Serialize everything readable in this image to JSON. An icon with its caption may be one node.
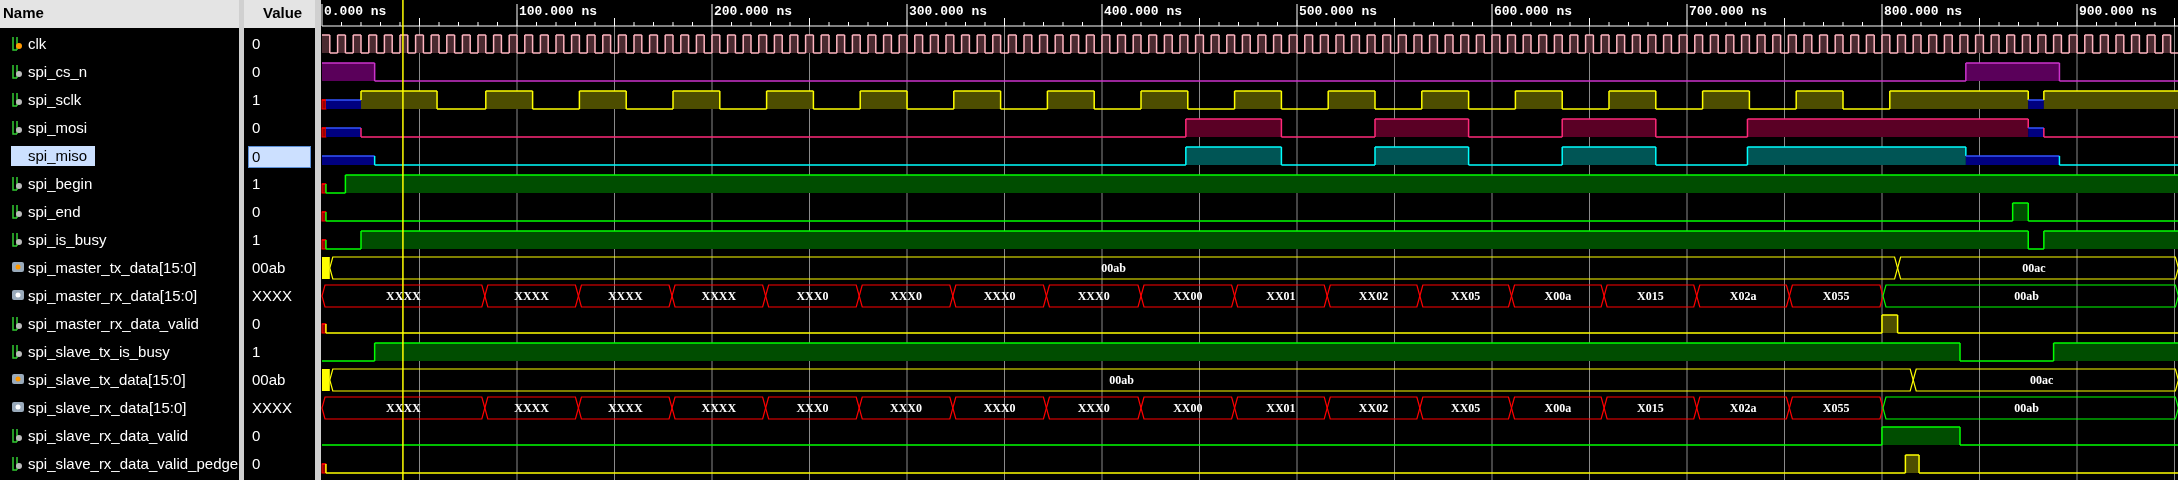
{
  "diagram": {
    "labels": [
      "Name",
      "Value",
      "0.000 ns",
      "100.000 ns",
      "200.000 ns",
      "300.000 ns",
      "400.000 ns",
      "500.000 ns",
      "600.000 ns",
      "700.000 ns",
      "800.000 ns",
      "900.000 ns",
      "clk",
      "0",
      "spi_cs_n",
      "0",
      "spi_sclk",
      "1",
      "spi_mosi",
      "0",
      "spi_miso",
      "0",
      "spi_begin",
      "1",
      "spi_end",
      "0",
      "spi_is_busy",
      "1",
      "spi_master_tx_data[15:0]",
      "00ab",
      "00ab",
      "00ac",
      "spi_master_rx_data[15:0]",
      "XXXX",
      "XXXX",
      "XXXX",
      "XXXX",
      "XXXX",
      "XXX0",
      "XXX0",
      "XXX0",
      "XXX0",
      "XX00",
      "XX01",
      "XX02",
      "XX05",
      "X00a",
      "X015",
      "X02a",
      "X055",
      "00ab",
      "spi_master_rx_data_valid",
      "0",
      "spi_slave_tx_is_busy",
      "1",
      "spi_slave_tx_data[15:0]",
      "00ab",
      "00ab",
      "00ac",
      "spi_slave_rx_data[15:0]",
      "XXXX",
      "XXXX",
      "XXXX",
      "XXXX",
      "XXXX",
      "XXX0",
      "XXX0",
      "XXX0",
      "XXX0",
      "XX00",
      "XX01",
      "XX02",
      "XX05",
      "X00a",
      "X015",
      "X02a",
      "X055",
      "00ab",
      "spi_slave_rx_data_valid",
      "0",
      "spi_slave_rx_data_valid_pedge",
      "0"
    ]
  }
}
